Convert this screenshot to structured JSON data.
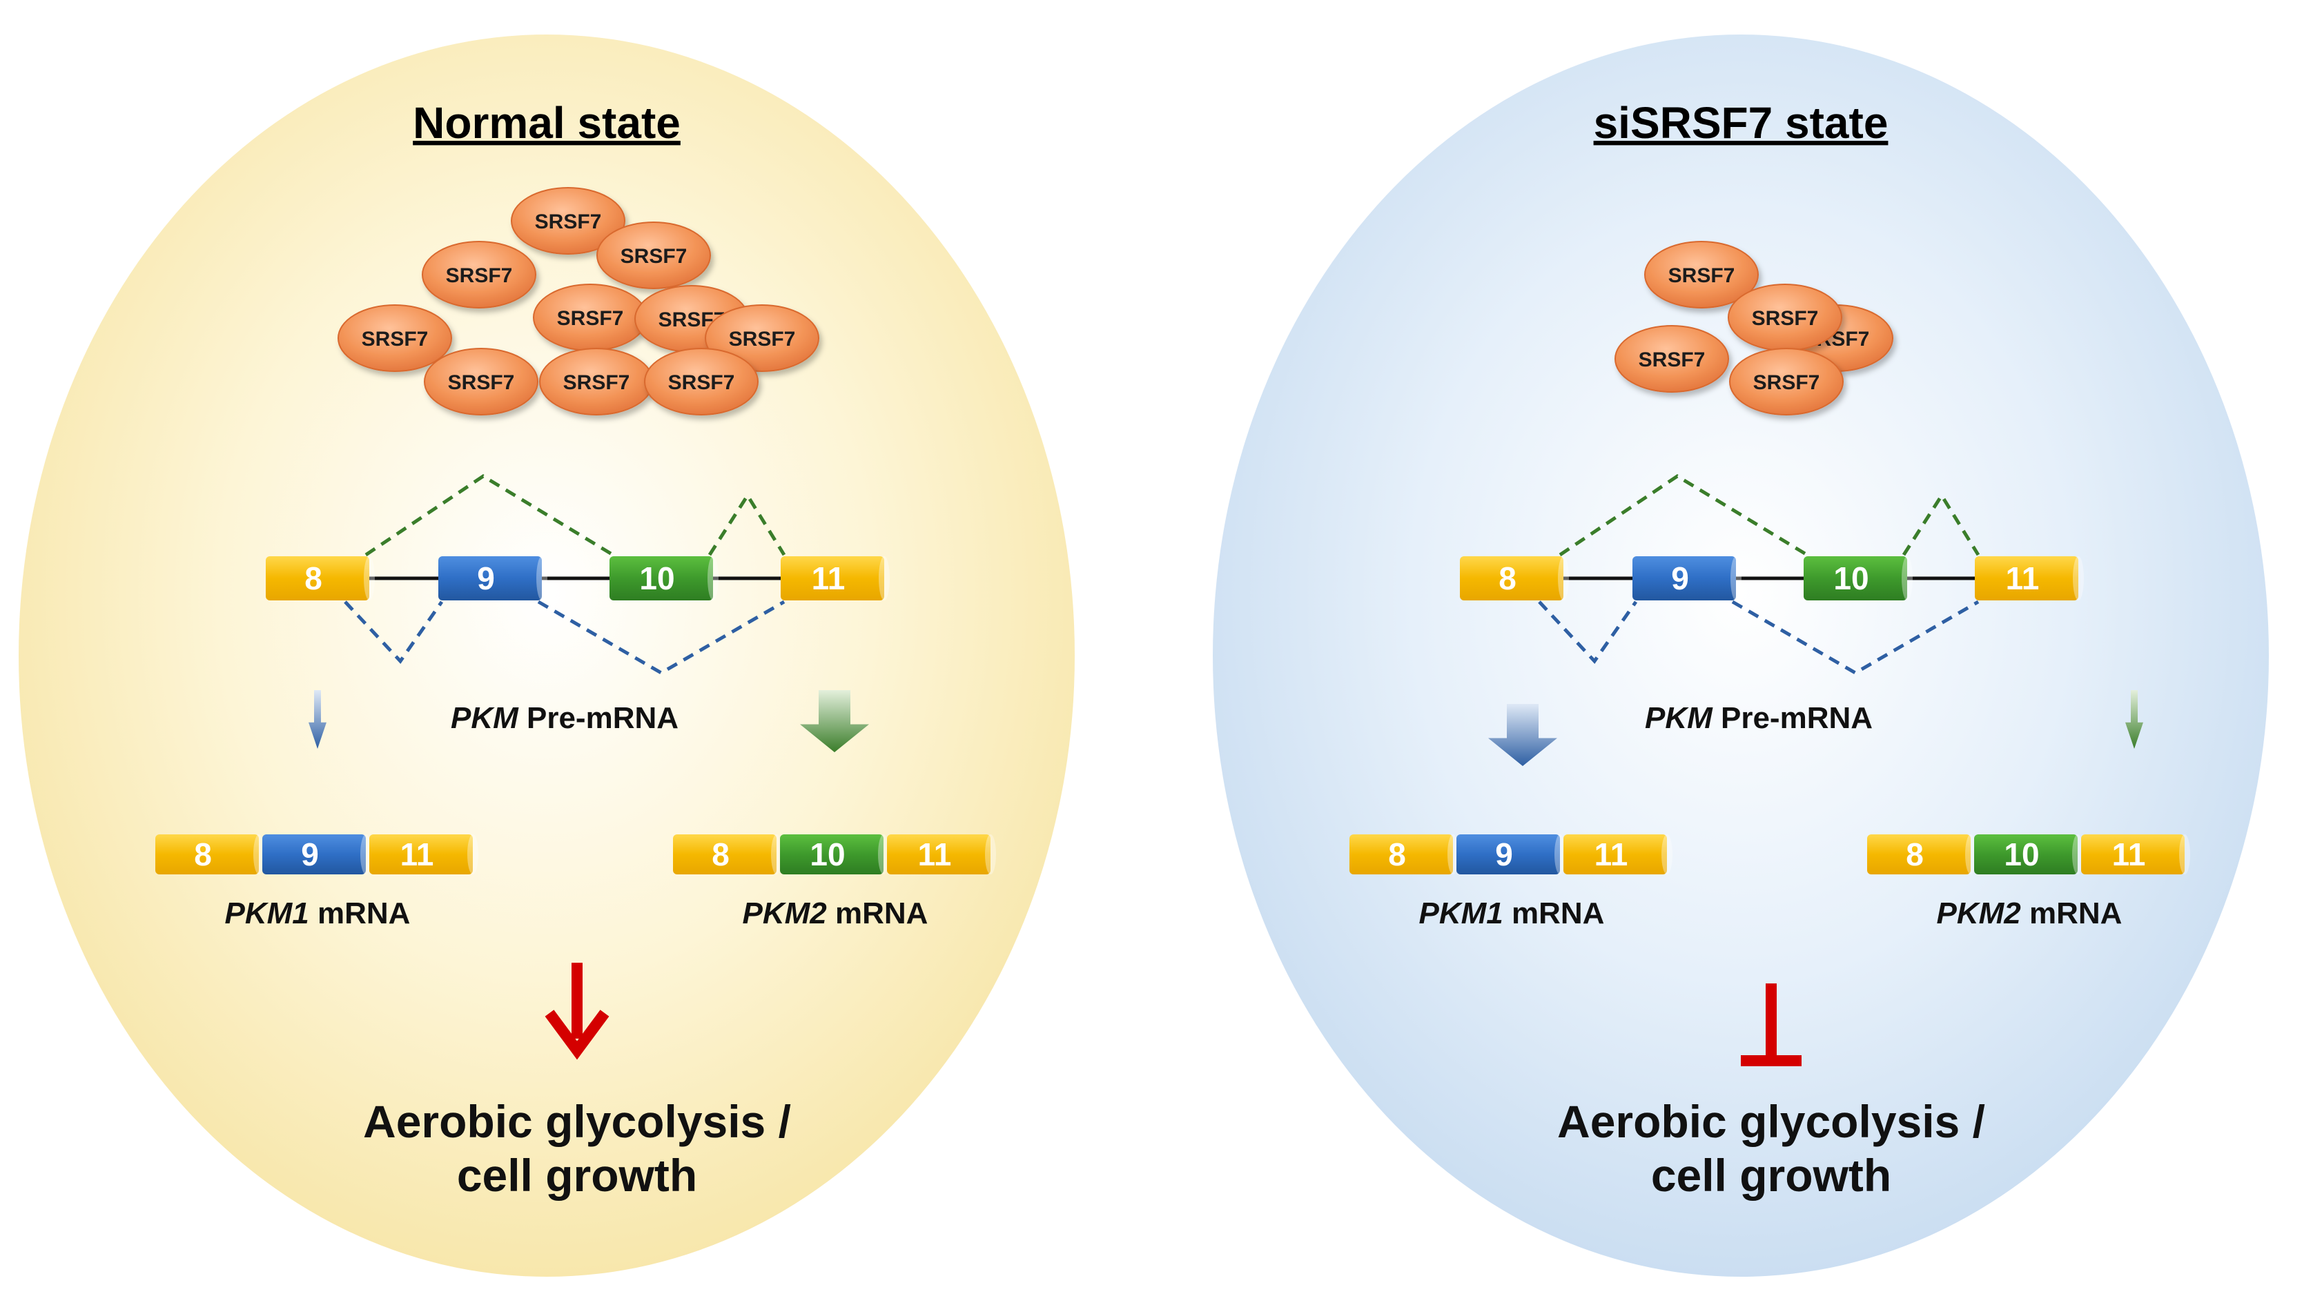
{
  "panels": {
    "normal": {
      "title": "Normal state",
      "protein_label": "SRSF7",
      "premrna_gene": "PKM",
      "premrna_suffix": " Pre-mRNA",
      "exons": [
        "8",
        "9",
        "10",
        "11"
      ],
      "pkm1_gene": "PKM1",
      "pkm2_gene": "PKM2",
      "mrna_suffix": " mRNA",
      "outcome_line1": "Aerobic glycolysis /",
      "outcome_line2": "cell growth",
      "effect": "promote"
    },
    "sisrsf7": {
      "title": "siSRSF7 state",
      "protein_label": "SRSF7",
      "premrna_gene": "PKM",
      "premrna_suffix": " Pre-mRNA",
      "exons": [
        "8",
        "9",
        "10",
        "11"
      ],
      "pkm1_gene": "PKM1",
      "pkm2_gene": "PKM2",
      "mrna_suffix": " mRNA",
      "outcome_line1": "Aerobic glycolysis /",
      "outcome_line2": "cell growth",
      "effect": "inhibit"
    }
  },
  "colors": {
    "normal_background": "#f8e9a8",
    "sisrsf7_background": "#c9dff2",
    "srsf7_protein": "#f08a4b",
    "exon_8_11": "#f5b800",
    "exon_9": "#2f6fc6",
    "exon_10": "#3e9a2c",
    "pkm1_splicing_path": "#2e5fa3",
    "pkm2_splicing_path": "#3a7d2a",
    "effect_arrow": "#d40000"
  }
}
